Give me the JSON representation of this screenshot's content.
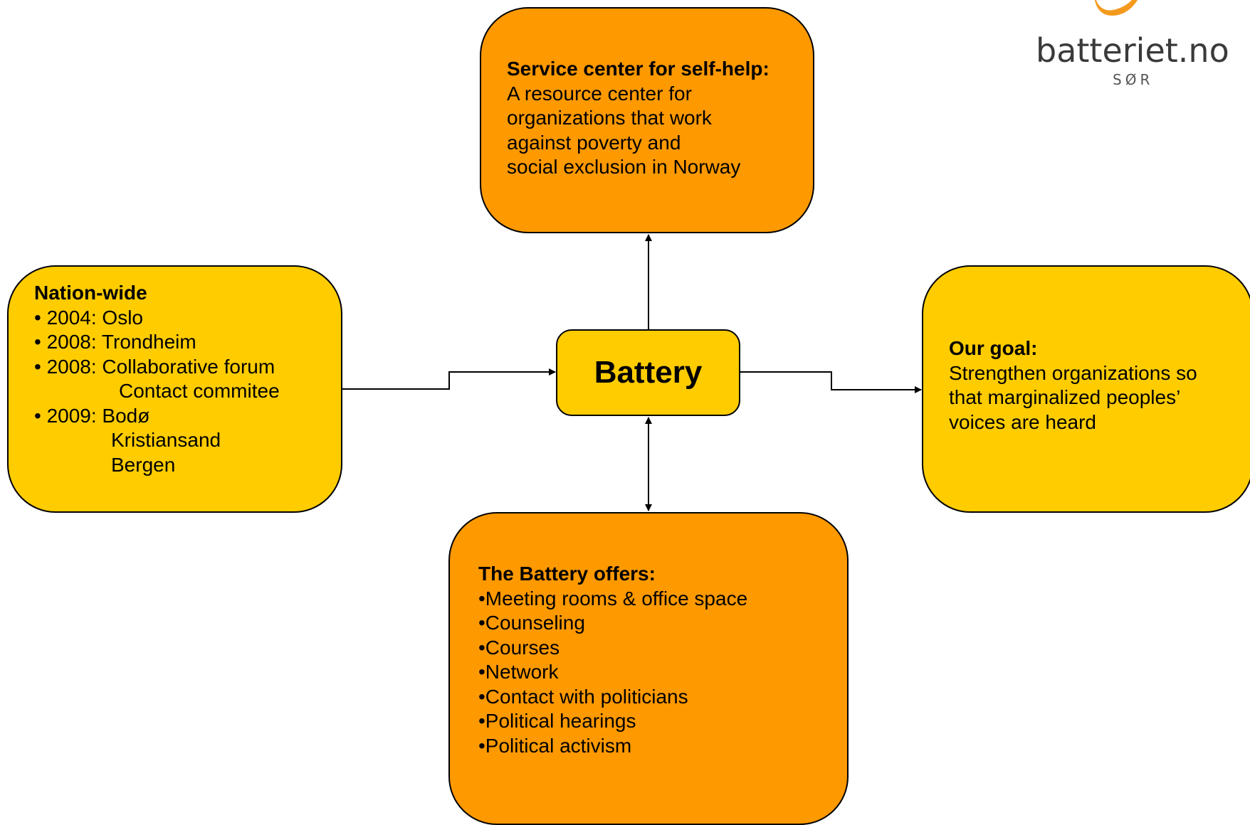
{
  "colors": {
    "orange_box": "#FF9900",
    "yellow_box": "#FFCC00",
    "logo_orange": "#F39A1E",
    "logo_text": "#3A3A3A"
  },
  "logo": {
    "wordmark": "batteriet.no",
    "sub": "SØR",
    "icon": "logo-swoosh-icon"
  },
  "center": {
    "label": "Battery"
  },
  "top_box": {
    "heading": "Service center for self-help:",
    "lines": [
      "A resource center for",
      "organizations that work",
      "against poverty and",
      "social exclusion in Norway"
    ]
  },
  "left_box": {
    "heading": "Nation-wide",
    "lines": [
      "• 2004: Oslo",
      "• 2008: Trondheim",
      "• 2008: Collaborative forum",
      "Contact commitee",
      "• 2009: Bodø",
      "Kristiansand",
      "Bergen"
    ]
  },
  "right_box": {
    "heading": "Our goal:",
    "lines": [
      "Strengthen organizations so",
      "that marginalized peoples’",
      "voices are heard"
    ]
  },
  "bottom_box": {
    "heading": "The Battery offers:",
    "items": [
      "•Meeting rooms & office space",
      "•Counseling",
      "•Courses",
      "•Network",
      "•Contact with politicians",
      "•Political hearings",
      "•Political activism"
    ]
  }
}
